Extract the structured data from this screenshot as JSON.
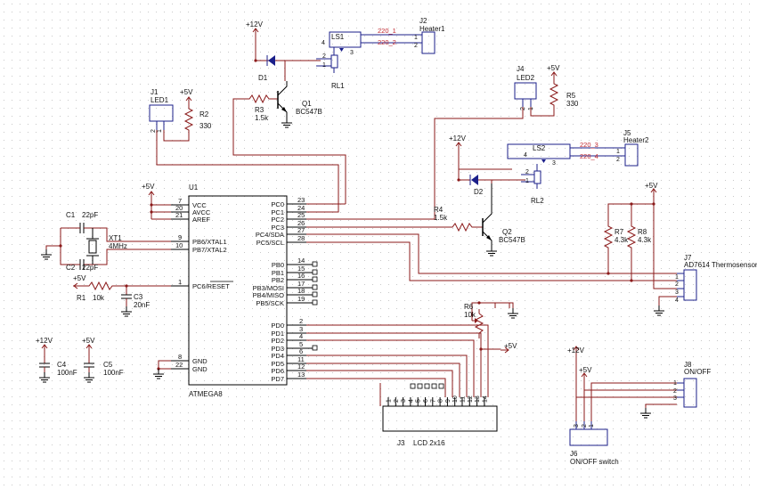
{
  "microcontroller": {
    "ref": "U1",
    "part": "ATMEGA8",
    "pins_left": [
      {
        "num": "7",
        "name": "VCC"
      },
      {
        "num": "20",
        "name": "AVCC"
      },
      {
        "num": "21",
        "name": "AREF"
      },
      {
        "num": "9",
        "name": "PB6/XTAL1"
      },
      {
        "num": "10",
        "name": "PB7/XTAL2"
      },
      {
        "num": "1",
        "name": "PC6/RESET"
      },
      {
        "num": "8",
        "name": "GND"
      },
      {
        "num": "22",
        "name": "GND"
      }
    ],
    "pins_right": [
      {
        "num": "23",
        "name": "PC0"
      },
      {
        "num": "24",
        "name": "PC1"
      },
      {
        "num": "25",
        "name": "PC2"
      },
      {
        "num": "26",
        "name": "PC3"
      },
      {
        "num": "27",
        "name": "PC4/SDA"
      },
      {
        "num": "28",
        "name": "PC5/SCL"
      },
      {
        "num": "14",
        "name": "PB0"
      },
      {
        "num": "15",
        "name": "PB1"
      },
      {
        "num": "16",
        "name": "PB2"
      },
      {
        "num": "17",
        "name": "PB3/MOSI"
      },
      {
        "num": "18",
        "name": "PB4/MISO"
      },
      {
        "num": "19",
        "name": "PB5/SCK"
      },
      {
        "num": "2",
        "name": "PD0"
      },
      {
        "num": "3",
        "name": "PD1"
      },
      {
        "num": "4",
        "name": "PD2"
      },
      {
        "num": "5",
        "name": "PD3"
      },
      {
        "num": "6",
        "name": "PD4"
      },
      {
        "num": "11",
        "name": "PD5"
      },
      {
        "num": "12",
        "name": "PD6"
      },
      {
        "num": "13",
        "name": "PD7"
      }
    ]
  },
  "power": {
    "v12": "+12V",
    "v5": "+5V"
  },
  "components": {
    "c1": {
      "ref": "C1",
      "value": "22pF"
    },
    "c2": {
      "ref": "C2",
      "value": "22pF"
    },
    "xt1": {
      "ref": "XT1",
      "value": "4MHz"
    },
    "r1": {
      "ref": "R1",
      "value": "10k"
    },
    "c3": {
      "ref": "C3",
      "value": "20nF"
    },
    "c4": {
      "ref": "C4",
      "value": "100nF"
    },
    "c5": {
      "ref": "C5",
      "value": "100nF"
    },
    "r2": {
      "ref": "R2",
      "value": "330"
    },
    "r3": {
      "ref": "R3",
      "value": "1.5k"
    },
    "q1": {
      "ref": "Q1",
      "value": "BC547B"
    },
    "d1": {
      "ref": "D1"
    },
    "rl1": {
      "ref": "RL1"
    },
    "ls1": {
      "ref": "LS1",
      "pins": [
        "4",
        "2",
        "1",
        "3"
      ]
    },
    "r5": {
      "ref": "R5",
      "value": "330"
    },
    "r4": {
      "ref": "R4",
      "value": "1.5k"
    },
    "q2": {
      "ref": "Q2",
      "value": "BC547B"
    },
    "d2": {
      "ref": "D2"
    },
    "rl2": {
      "ref": "RL2"
    },
    "ls2": {
      "ref": "LS2",
      "pins": [
        "4",
        "2",
        "1",
        "3"
      ]
    },
    "r6": {
      "ref": "R6",
      "value": "10k"
    },
    "r7": {
      "ref": "R7",
      "value": "4.3k"
    },
    "r8": {
      "ref": "R8",
      "value": "4.3k"
    }
  },
  "connectors": {
    "j1": {
      "ref": "J1",
      "name": "LED1",
      "pins": [
        "2",
        "1"
      ]
    },
    "j2": {
      "ref": "J2",
      "name": "Heater1",
      "pins": [
        "1",
        "2"
      ]
    },
    "j4": {
      "ref": "J4",
      "name": "LED2",
      "pins": [
        "2",
        "1"
      ]
    },
    "j5": {
      "ref": "J5",
      "name": "Heater2",
      "pins": [
        "1",
        "2"
      ]
    },
    "j7": {
      "ref": "J7",
      "name": "AD7614 Thermosensor",
      "pins": [
        "1",
        "2",
        "3",
        "4"
      ]
    },
    "j8": {
      "ref": "J8",
      "name": "ON/OFF",
      "pins": [
        "1",
        "2",
        "3"
      ]
    },
    "j6": {
      "ref": "J6",
      "name": "ON/OFF switch",
      "pins": [
        "3",
        "2",
        "1"
      ]
    },
    "j3": {
      "ref": "J3",
      "name": "LCD 2x16",
      "pins": [
        "1",
        "2",
        "3",
        "4",
        "5",
        "6",
        "7",
        "8",
        "9",
        "10",
        "11",
        "12",
        "13",
        "14"
      ]
    }
  },
  "nets": {
    "n1": "220_1",
    "n2": "220_2",
    "n3": "220_3",
    "n4": "220_4"
  }
}
